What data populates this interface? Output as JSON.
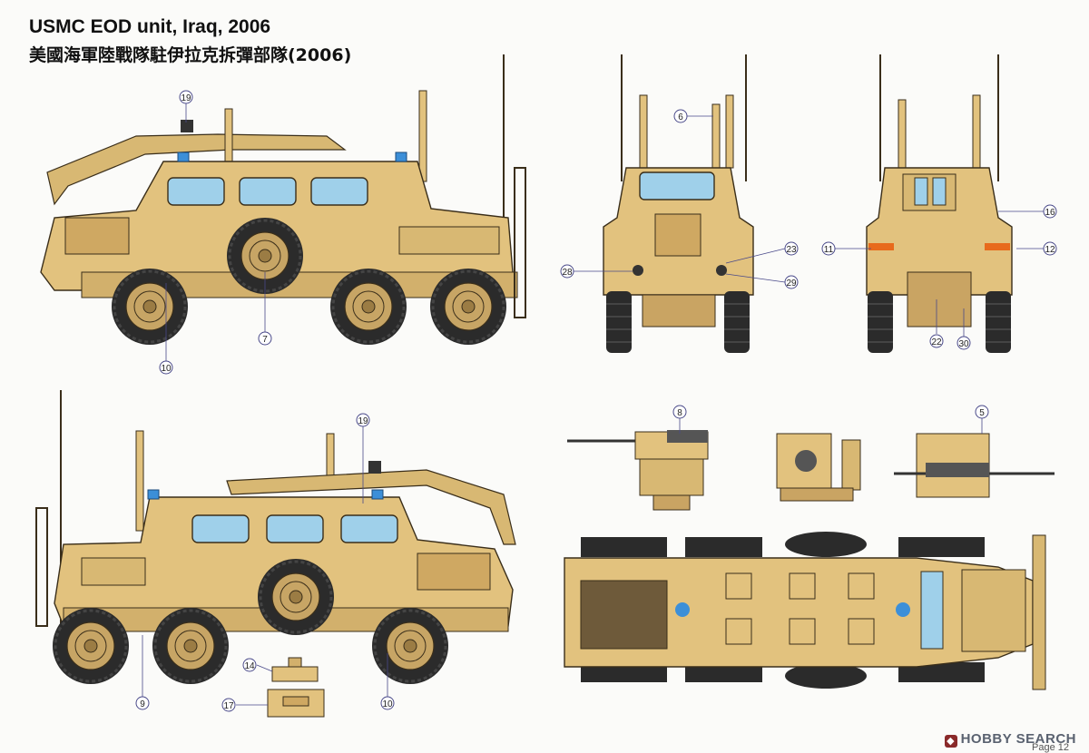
{
  "title": {
    "en": "USMC EOD unit, Iraq, 2006",
    "zh": "美國海軍陸戰隊駐伊拉克拆彈部隊(2006)"
  },
  "colors": {
    "desert_tan": "#e2c27e",
    "tan_shadow": "#c9a463",
    "glass": "#9fd0ea",
    "tire": "#2b2b2b",
    "rim": "#c7a565",
    "outline": "#3a2e1a",
    "beacon": "#3c8fd8",
    "callout_line": "#4a4a8a"
  },
  "callouts": {
    "c19a": "19",
    "c10a": "10",
    "c7": "7",
    "c6": "6",
    "c28": "28",
    "c23": "23",
    "c29": "29",
    "c11": "11",
    "c16": "16",
    "c12": "12",
    "c22": "22",
    "c30": "30",
    "c19b": "19",
    "c14": "14",
    "c17": "17",
    "c9": "9",
    "c10b": "10",
    "c8": "8",
    "c5": "5"
  },
  "watermark": "HOBBY SEARCH",
  "page_label": "Page 12"
}
